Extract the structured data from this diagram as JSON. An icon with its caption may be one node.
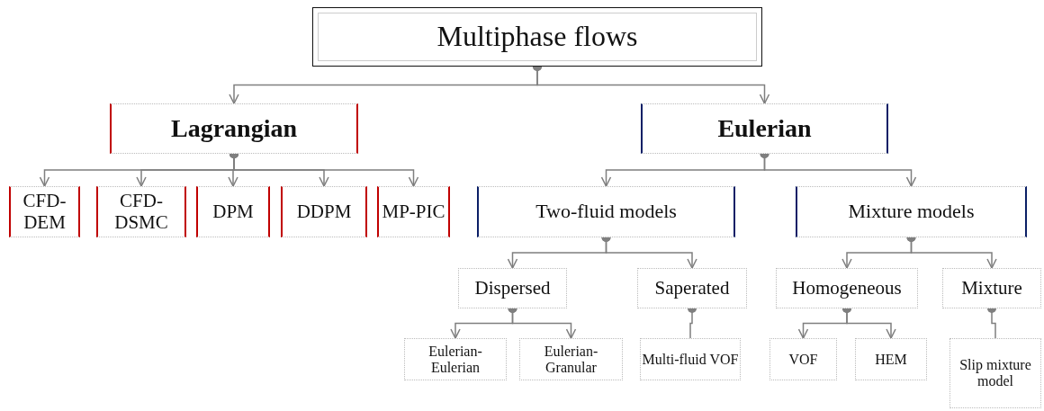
{
  "diagram": {
    "nodes": [
      {
        "text": [
          "Multiphase flows"
        ]
      },
      {
        "text": [
          "Lagrangian"
        ]
      },
      {
        "text": [
          "Eulerian"
        ]
      },
      {
        "text": [
          "CFD-DEM"
        ]
      },
      {
        "text": [
          "CFD-DSMC"
        ]
      },
      {
        "text": [
          "DPM"
        ]
      },
      {
        "text": [
          "DDPM"
        ]
      },
      {
        "text": [
          "MP-PIC"
        ]
      },
      {
        "text": [
          "Two-fluid models"
        ]
      },
      {
        "text": [
          "Mixture models"
        ]
      },
      {
        "text": [
          "Dispersed"
        ]
      },
      {
        "text": [
          "Saperated"
        ]
      },
      {
        "text": [
          "Homogeneous"
        ]
      },
      {
        "text": [
          "Mixture"
        ]
      },
      {
        "text": [
          "Eulerian-Eulerian"
        ]
      },
      {
        "text": [
          "Eulerian-Granular"
        ]
      },
      {
        "text": [
          "Multi-fluid VOF"
        ]
      },
      {
        "text": [
          "VOF"
        ]
      },
      {
        "text": [
          "HEM"
        ]
      },
      {
        "text": [
          "Slip mixture model"
        ]
      }
    ],
    "edges": [
      {
        "from": 0,
        "to": 1,
        "arrow": "to"
      },
      {
        "from": 0,
        "to": 2,
        "arrow": "to"
      },
      {
        "from": 1,
        "to": 3,
        "arrow": "to"
      },
      {
        "from": 1,
        "to": 4,
        "arrow": "to"
      },
      {
        "from": 1,
        "to": 5,
        "arrow": "to"
      },
      {
        "from": 1,
        "to": 6,
        "arrow": "to"
      },
      {
        "from": 1,
        "to": 7,
        "arrow": "to"
      },
      {
        "from": 2,
        "to": 8,
        "arrow": "to"
      },
      {
        "from": 2,
        "to": 9,
        "arrow": "to"
      },
      {
        "from": 8,
        "to": 10,
        "arrow": "to"
      },
      {
        "from": 8,
        "to": 11,
        "arrow": "to"
      },
      {
        "from": 9,
        "to": 12,
        "arrow": "to"
      },
      {
        "from": 9,
        "to": 13,
        "arrow": "to"
      },
      {
        "from": 10,
        "to": 14,
        "arrow": "to"
      },
      {
        "from": 10,
        "to": 15,
        "arrow": "to"
      },
      {
        "from": 11,
        "to": 16,
        "arrow": "other"
      },
      {
        "from": 12,
        "to": 17,
        "arrow": "to"
      },
      {
        "from": 12,
        "to": 18,
        "arrow": "to"
      },
      {
        "from": 13,
        "to": 19,
        "arrow": "other"
      }
    ]
  }
}
